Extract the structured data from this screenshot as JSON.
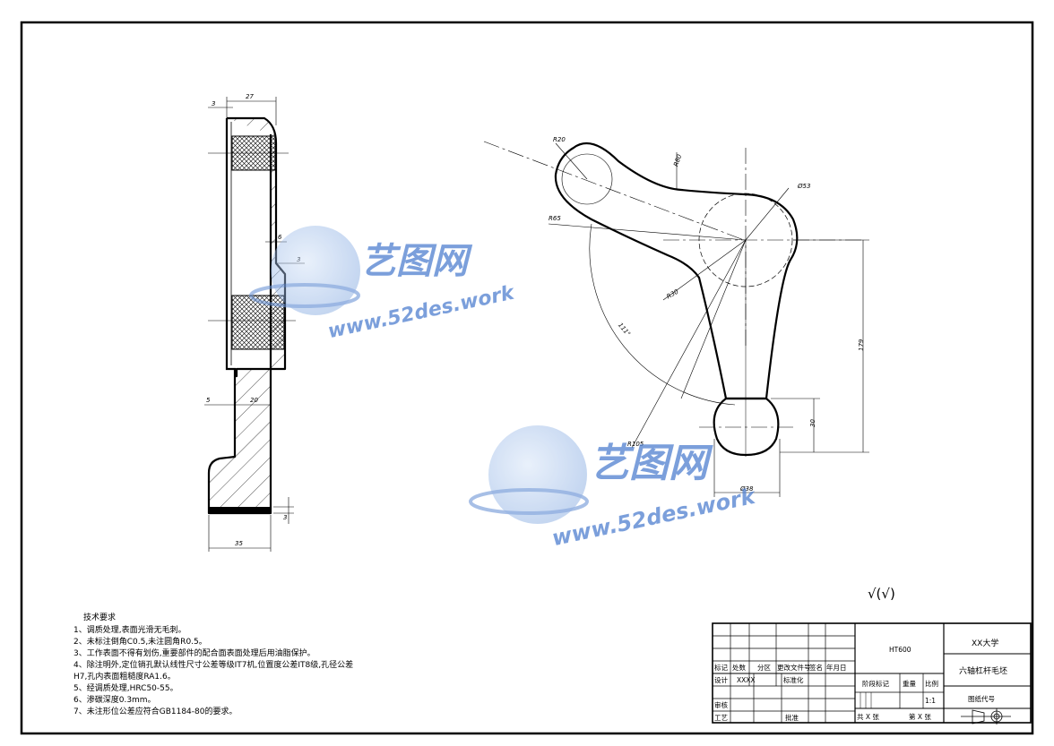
{
  "dimensions": {
    "side": {
      "top_width": "27",
      "top_offset": "3",
      "recess_depth": "6",
      "recess_step": "3",
      "lower_width": "20",
      "lower_offset": "5",
      "bottom_height": "3",
      "overall_width": "35"
    },
    "front": {
      "r20": "R20",
      "r80": "R80",
      "dia53": "Ø53",
      "r65": "R65",
      "r30": "R30",
      "angle": "111°",
      "r105": "R105",
      "len179": "179",
      "len30": "30",
      "dia38": "Ø38"
    }
  },
  "roughness_label": "√(√)",
  "tech_req": {
    "title": "技术要求",
    "lines": [
      "1、调质处理,表面光滑无毛刺。",
      "2、未标注倒角C0.5,未注圆角R0.5。",
      "3、工作表面不得有划伤,重要部件的配合面表面处理后用油脂保护。",
      "4、除注明外,定位销孔默认线性尺寸公差等级IT7机,位置度公差IT8级,孔径公差",
      "H7,孔内表面粗糙度RA1.6。",
      "5、经调质处理,HRC50-55。",
      "6、渗碳深度0.3mm。",
      "7、未注形位公差应符合GB1184-80的要求。"
    ]
  },
  "title_block": {
    "material": "HT600",
    "school": "XX大学",
    "part_name": "六轴杠杆毛坯",
    "drawing_no": "图纸代号",
    "rev_row": [
      "标记",
      "处数",
      "分区",
      "更改文件号",
      "签名",
      "年月日"
    ],
    "design": "设计",
    "designer": "XXXX",
    "standardize": "标准化",
    "review": "审核",
    "process": "工艺",
    "approve": "批准",
    "stage": "阶段标记",
    "weight": "重量",
    "scale": "比例",
    "scale_value": "1:1",
    "sheets_total": "共 X 张",
    "sheet_no": "第 X 张"
  },
  "watermark": {
    "brand": "艺图网",
    "url": "www.52des.work"
  }
}
